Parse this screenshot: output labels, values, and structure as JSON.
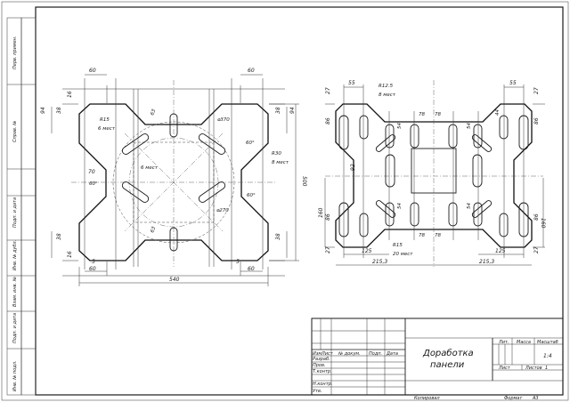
{
  "sheet": {
    "format_label": "Формат",
    "format_value": "A3",
    "copied_label": "Копировал"
  },
  "side_column": [
    "Перв. примен.",
    "Справ. №",
    "Подп. и дата",
    "Инв. № дубл.",
    "Взам. инв. №",
    "Подп. и дата",
    "Инв. № подл."
  ],
  "title_block": {
    "title_line1": "Доработка",
    "title_line2": "панели",
    "header_izm": "Изм",
    "header_list": "Лист",
    "header_doc": "№ докум.",
    "header_sign": "Подп.",
    "header_date": "Дата",
    "row_razrab": "Разраб.",
    "row_prov": "Пров.",
    "row_tkontr": "Т.контр.",
    "row_nkontr": "Н.контр.",
    "row_utv": "Утв.",
    "lit_label": "Лит.",
    "mass_label": "Масса",
    "scale_label": "Масштаб",
    "scale_value": "1:4",
    "sheet_label": "Лист",
    "sheets_label": "Листов",
    "sheets_value": "1"
  },
  "left_view": {
    "dim_width": "540",
    "dim_height": "500",
    "dim_60_tl": "60",
    "dim_60_tr": "60",
    "dim_60_bl": "60",
    "dim_60_br": "60",
    "dim_5_l": "5",
    "dim_5_r": "5",
    "dim_r15": "R15",
    "dim_6mest_a": "6 мест",
    "dim_r30": "R30",
    "dim_8mest": "8 мест",
    "dim_d370": "⌀370",
    "dim_d270": "⌀270",
    "dim_94_l": "94",
    "dim_94_r": "94",
    "dim_38_tl": "38",
    "dim_38_tr": "38",
    "dim_38_bl": "38",
    "dim_38_br": "38",
    "dim_16_t": "16",
    "dim_16_b": "16",
    "dim_70": "70",
    "dim_60d_a": "60°",
    "dim_60d_b": "60°",
    "dim_60d_c": "60°",
    "dim_63_a": "63",
    "dim_63_b": "63",
    "dim_6mest_b": "6 мест"
  },
  "right_view": {
    "dim_55_l": "55",
    "dim_55_r": "55",
    "dim_r125": "R12.5",
    "dim_8mest": "8 мест",
    "dim_r15": "R15",
    "dim_20mest": "20 мест",
    "dim_125_l": "125",
    "dim_125_r": "125",
    "dim_2153_l": "215,3",
    "dim_2153_r": "215,3",
    "dim_160_l": "160",
    "dim_160_r": "160",
    "dim_86_tl": "86",
    "dim_86_tr": "86",
    "dim_86_bl": "86",
    "dim_86_br": "86",
    "dim_27_a": "27",
    "dim_27_b": "27",
    "dim_27_c": "27",
    "dim_27_d": "27",
    "dim_92": "92",
    "dim_78_a": "78",
    "dim_78_b": "78",
    "dim_78_c": "78",
    "dim_78_d": "78",
    "dim_54_a": "54",
    "dim_54_b": "54",
    "dim_54_c": "54",
    "dim_54_d": "54",
    "dim_44": "44"
  }
}
